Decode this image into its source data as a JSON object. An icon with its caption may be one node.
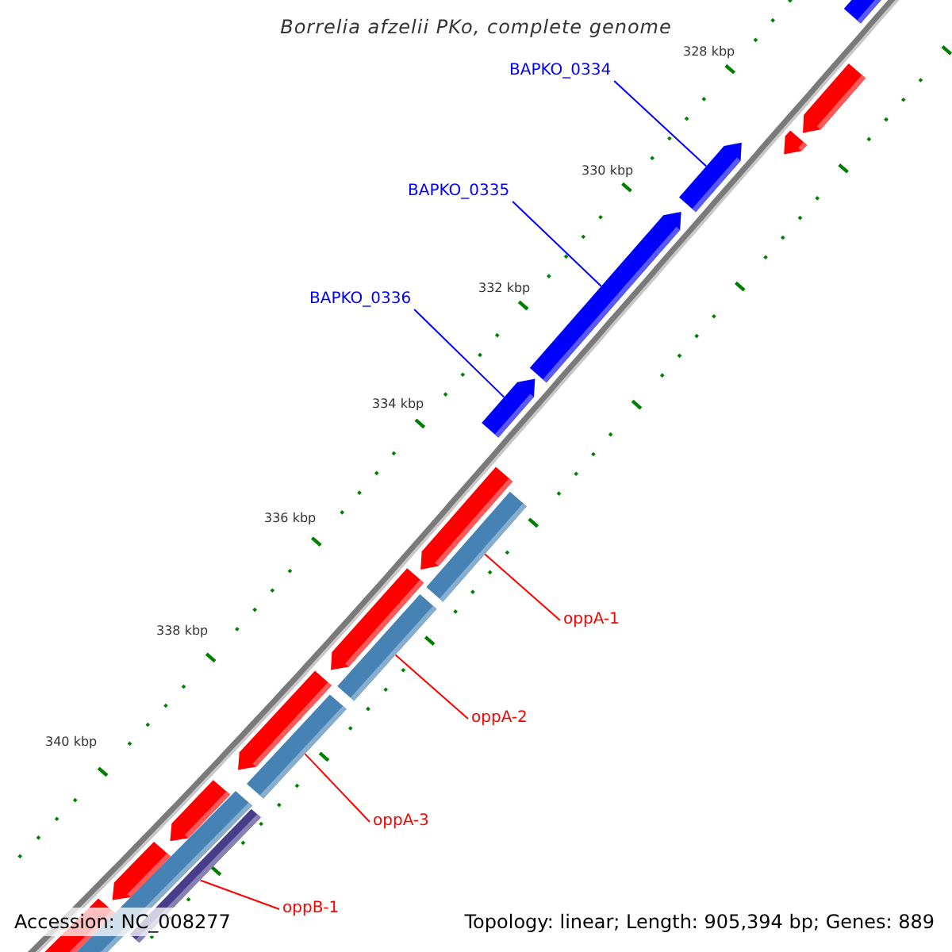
{
  "diagram": {
    "title": "Borrelia afzelii PKo, complete genome",
    "nodes": [
      {
        "text": [
          "BAPKO_0334"
        ]
      },
      {
        "text": [],
        "shape": "arrow"
      },
      {
        "text": [
          "BAPKO_0335"
        ]
      },
      {
        "text": [],
        "shape": "arrow"
      },
      {
        "text": [
          "BAPKO_0336"
        ]
      },
      {
        "text": [],
        "shape": "arrow"
      },
      {
        "text": [
          "oppA-1"
        ]
      },
      {
        "text": [],
        "shape": "bar"
      },
      {
        "text": [
          "oppA-2"
        ]
      },
      {
        "text": [],
        "shape": "bar"
      },
      {
        "text": [
          "oppA-3"
        ]
      },
      {
        "text": [],
        "shape": "bar"
      },
      {
        "text": [
          "oppB-1"
        ]
      },
      {
        "text": [],
        "shape": "bar"
      }
    ],
    "edges": [
      {
        "from": 0,
        "to": 1,
        "arrow": "none",
        "color": "#0000ff"
      },
      {
        "from": 2,
        "to": 3,
        "arrow": "none",
        "color": "#0000ff"
      },
      {
        "from": 4,
        "to": 5,
        "arrow": "none",
        "color": "#0000ff"
      },
      {
        "from": 6,
        "to": 7,
        "arrow": "none"
      },
      {
        "from": 8,
        "to": 9,
        "arrow": "none"
      },
      {
        "from": 10,
        "to": 11,
        "arrow": "none"
      },
      {
        "from": 12,
        "to": 13,
        "arrow": "none"
      }
    ],
    "labels": [
      "328 kbp",
      "330 kbp",
      "332 kbp",
      "334 kbp",
      "336 kbp",
      "338 kbp",
      "340 kbp",
      "Accession: NC_008277",
      "Topology: linear; Length: 905,394 bp; Genes: 889"
    ]
  }
}
